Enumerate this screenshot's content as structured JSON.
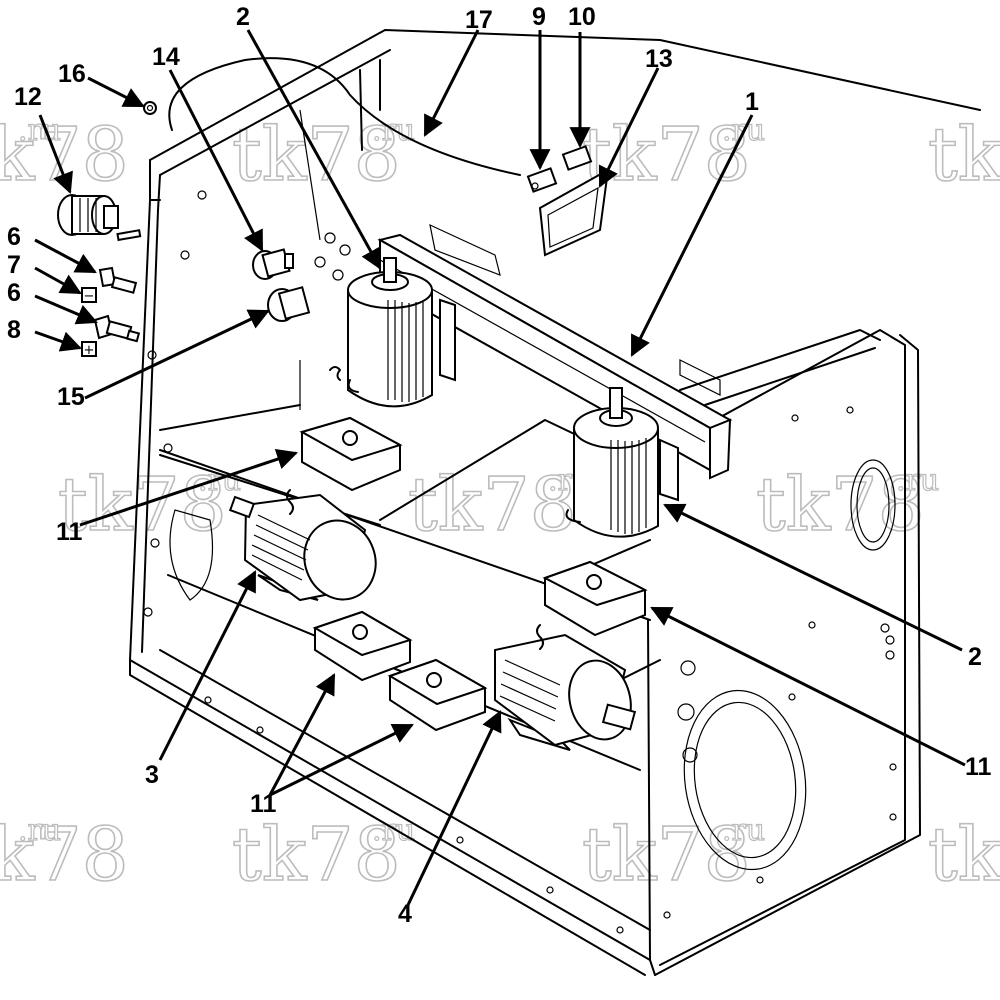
{
  "diagram": {
    "callouts": [
      {
        "id": "c1",
        "text": "1"
      },
      {
        "id": "c2a",
        "text": "2"
      },
      {
        "id": "c2b",
        "text": "2"
      },
      {
        "id": "c3",
        "text": "3"
      },
      {
        "id": "c4",
        "text": "4"
      },
      {
        "id": "c6a",
        "text": "6"
      },
      {
        "id": "c6b",
        "text": "6"
      },
      {
        "id": "c7",
        "text": "7"
      },
      {
        "id": "c8",
        "text": "8"
      },
      {
        "id": "c9",
        "text": "9"
      },
      {
        "id": "c10",
        "text": "10"
      },
      {
        "id": "c11a",
        "text": "11"
      },
      {
        "id": "c11b",
        "text": "11"
      },
      {
        "id": "c11c",
        "text": "11"
      },
      {
        "id": "c12",
        "text": "12"
      },
      {
        "id": "c13",
        "text": "13"
      },
      {
        "id": "c14",
        "text": "14"
      },
      {
        "id": "c15",
        "text": "15"
      },
      {
        "id": "c16",
        "text": "16"
      },
      {
        "id": "c17",
        "text": "17"
      }
    ],
    "symbols": {
      "minus": "−",
      "plus": "+"
    },
    "watermark": {
      "main": "tk78",
      "suffix": ".ru"
    },
    "colors": {
      "line": "#000000",
      "watermark_outline": "#b9b9b9",
      "background": "#ffffff"
    }
  }
}
